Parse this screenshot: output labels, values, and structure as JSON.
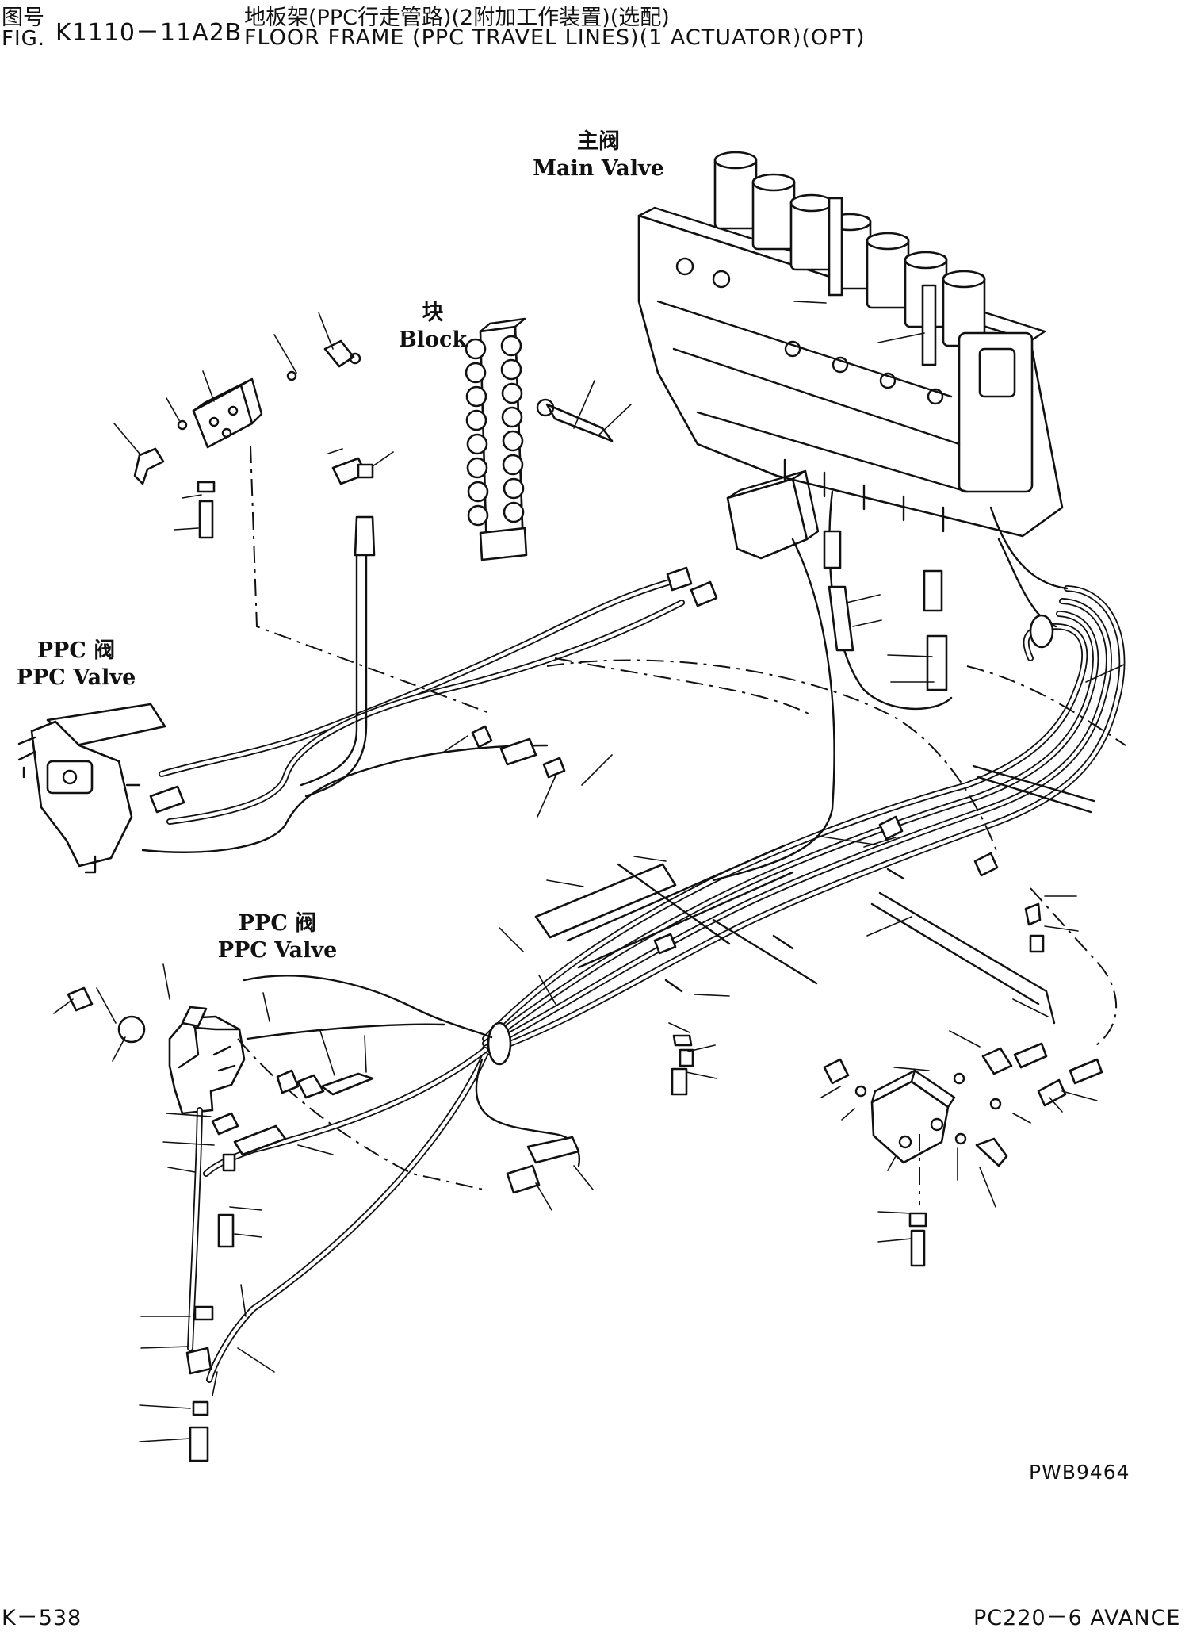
{
  "header": {
    "cn_label": "图号",
    "fig_label": "FIG.",
    "fig_number": "K1110－11A2B",
    "cn_title": "地板架(PPC行走管路)(2附加工作装置)(选配)",
    "en_title": "FLOOR FRAME (PPC TRAVEL LINES)(1 ACTUATOR)(OPT)"
  },
  "labels": {
    "main_valve": {
      "cn": "主阀",
      "en": "Main Valve"
    },
    "block": {
      "cn": "块",
      "en": "Block"
    },
    "ppc_valve_left": {
      "cn": "PPC 阀",
      "en": "PPC Valve"
    },
    "ppc_valve_lower": {
      "cn": "PPC 阀",
      "en": "PPC Valve"
    }
  },
  "drawing_code": "PWB9464",
  "footer": {
    "page": "K－538",
    "model": "PC220－6 AVANCE"
  }
}
